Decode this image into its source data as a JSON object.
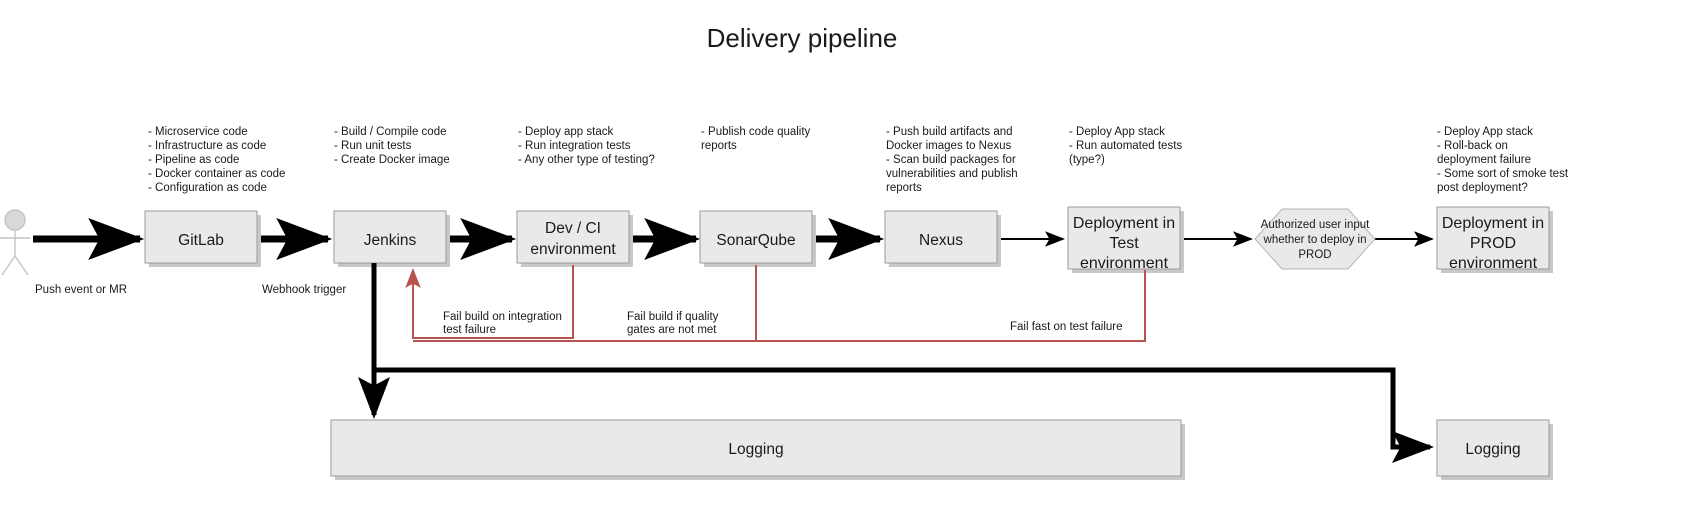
{
  "title": "Delivery pipeline",
  "actor": {
    "name": "developer-actor",
    "edge_label": "Push event or MR"
  },
  "edges": {
    "webhook_label": "Webhook trigger"
  },
  "nodes": [
    {
      "id": "gitlab",
      "label": "GitLab",
      "lines": [
        "GitLab"
      ],
      "notes": [
        "- Microservice code",
        "- Infrastructure as code",
        "- Pipeline as code",
        "- Docker container as code",
        "- Configuration as code"
      ]
    },
    {
      "id": "jenkins",
      "label": "Jenkins",
      "lines": [
        "Jenkins"
      ],
      "notes": [
        "- Build / Compile code",
        "- Run unit tests",
        "- Create Docker image"
      ]
    },
    {
      "id": "dev-ci-environment",
      "label": "Dev / CI environment",
      "lines": [
        "Dev / CI",
        "environment"
      ],
      "notes": [
        "- Deploy app stack",
        "- Run integration tests",
        "- Any other type of testing?"
      ]
    },
    {
      "id": "sonarqube",
      "label": "SonarQube",
      "lines": [
        "SonarQube"
      ],
      "notes": [
        "- Publish code quality",
        "reports"
      ]
    },
    {
      "id": "nexus",
      "label": "Nexus",
      "lines": [
        "Nexus"
      ],
      "notes": [
        "- Push build artifacts and",
        "Docker images to Nexus",
        "- Scan build packages for",
        "vulnerabilities and publish",
        "reports"
      ]
    },
    {
      "id": "deployment-in-test-environment",
      "label": "Deployment in Test environment",
      "lines": [
        "Deployment in",
        "Test",
        "environment"
      ],
      "notes": [
        "- Deploy App stack",
        "- Run automated tests",
        "(type?)"
      ]
    },
    {
      "id": "deployment-in-prod-environment",
      "label": "Deployment in PROD environment",
      "lines": [
        "Deployment in",
        "PROD",
        "environment"
      ],
      "notes": [
        "- Deploy App stack",
        "- Roll-back on",
        "deployment failure",
        "- Some sort of smoke test",
        "post deployment?"
      ]
    }
  ],
  "decision": {
    "id": "authorized-user-input",
    "lines": [
      "Authorized user input",
      "whether to deploy in",
      "PROD"
    ]
  },
  "failure_paths": [
    {
      "id": "fail-build-on-integration-test-failure",
      "lines": [
        "Fail build on integration",
        "test failure"
      ]
    },
    {
      "id": "fail-build-if-quality-gates-not-met",
      "lines": [
        "Fail build if quality",
        "gates are not met"
      ]
    },
    {
      "id": "fail-fast-on-test-failure",
      "lines": [
        "Fail fast on test failure"
      ]
    }
  ],
  "logging": [
    {
      "id": "logging-main",
      "label": "Logging"
    },
    {
      "id": "logging-prod",
      "label": "Logging"
    }
  ],
  "colors": {
    "node_fill": "#e9e9e9",
    "node_stroke": "#9a9a9a",
    "fail_stroke": "#b85450",
    "flow_stroke": "#000000",
    "text": "#1a1a1a"
  }
}
